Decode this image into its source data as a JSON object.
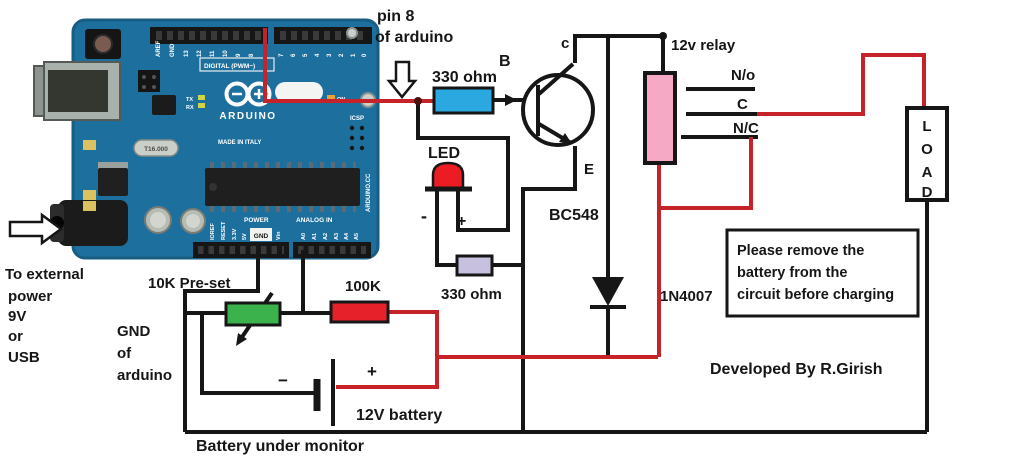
{
  "colors": {
    "wire_red": "#c5222a",
    "relay_pink": "#f5a9c4",
    "resistor_blue": "#2ba8e0",
    "preset_green": "#3cb24c",
    "resistor_red": "#e62129",
    "resistor_lavender": "#c7c1df",
    "led_red": "#ec1c24",
    "credit_blue": "#3ba7d6",
    "pcb_blue": "#1d6f9e"
  },
  "labels": {
    "pin8_1": "pin 8",
    "pin8_2": "of arduino",
    "r330_top": "330 ohm",
    "base": "B",
    "collector": "c",
    "emitter": "E",
    "transistor": "BC548",
    "relay": "12v relay",
    "relay_no": "N/o",
    "relay_c": "C",
    "relay_nc": "N/C",
    "led": "LED",
    "led_minus": "-",
    "led_plus": "+",
    "r330_bottom": "330 ohm",
    "diode": "1N4007",
    "load": [
      "L",
      "O",
      "A",
      "D"
    ],
    "note1": "Please remove the",
    "note2": "battery from the",
    "note3": "circuit before charging",
    "credit": "Developed By R.Girish",
    "preset": "10K Pre-set",
    "r100k": "100K",
    "gnd1": "GND",
    "gnd2": "of",
    "gnd3": "arduino",
    "ext1": "To external",
    "ext2": "power",
    "ext3": "9V",
    "ext4": "or",
    "ext5": "USB",
    "bat_plus": "+",
    "bat_minus": "−",
    "battery": "12V battery",
    "caption": "Battery under monitor"
  },
  "arduino": {
    "logo": "ARDUINO",
    "digital_header": "DIGITAL (PWM~)",
    "made_in": "MADE IN ITALY",
    "icsp": "ICSP",
    "power": "POWER",
    "analog": "ANALOG IN",
    "gnd_pin": "GND",
    "site": "ARDUINO.CC",
    "crystal": "T16.000",
    "tx": "TX",
    "rx": "RX",
    "on": "ON",
    "digital_pins": [
      "AREF",
      "GND",
      "13",
      "12",
      "11",
      "10",
      "9",
      "8",
      "7",
      "6",
      "5",
      "4",
      "3",
      "2",
      "1",
      "0"
    ],
    "power_pins": [
      "IOREF",
      "RESET",
      "3.3V",
      "5V",
      "Vin"
    ],
    "analog_pins": [
      "A0",
      "A1",
      "A2",
      "A3",
      "A4",
      "A5"
    ]
  }
}
